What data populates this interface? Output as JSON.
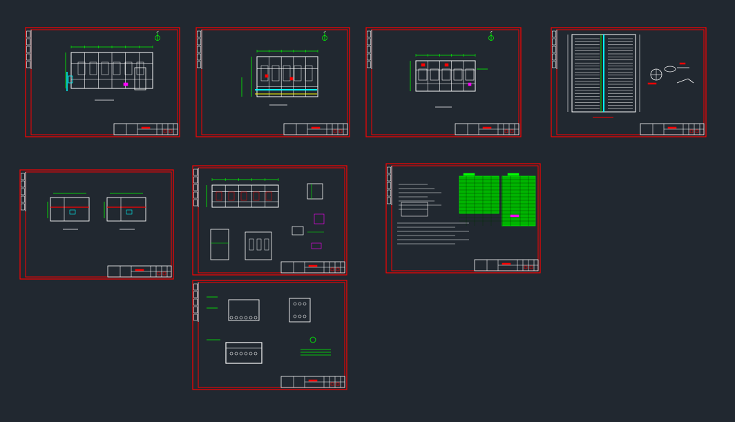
{
  "app": {
    "view": "model-space",
    "background": "#212830"
  },
  "colors": {
    "frame": "#ff0000",
    "line": "#ffffff",
    "accent_green": "#00ff00",
    "accent_cyan": "#00ffff",
    "accent_magenta": "#ff00ff",
    "accent_yellow": "#ffff00"
  },
  "sheets": [
    {
      "id": "sheet-1",
      "content": "floor-plan-a"
    },
    {
      "id": "sheet-2",
      "content": "floor-plan-b"
    },
    {
      "id": "sheet-3",
      "content": "floor-plan-c"
    },
    {
      "id": "sheet-4",
      "content": "grid-plan"
    },
    {
      "id": "sheet-5",
      "content": "twin-plans"
    },
    {
      "id": "sheet-6",
      "content": "details"
    },
    {
      "id": "sheet-7",
      "content": "notes-table"
    },
    {
      "id": "sheet-8",
      "content": "tank-details"
    }
  ]
}
